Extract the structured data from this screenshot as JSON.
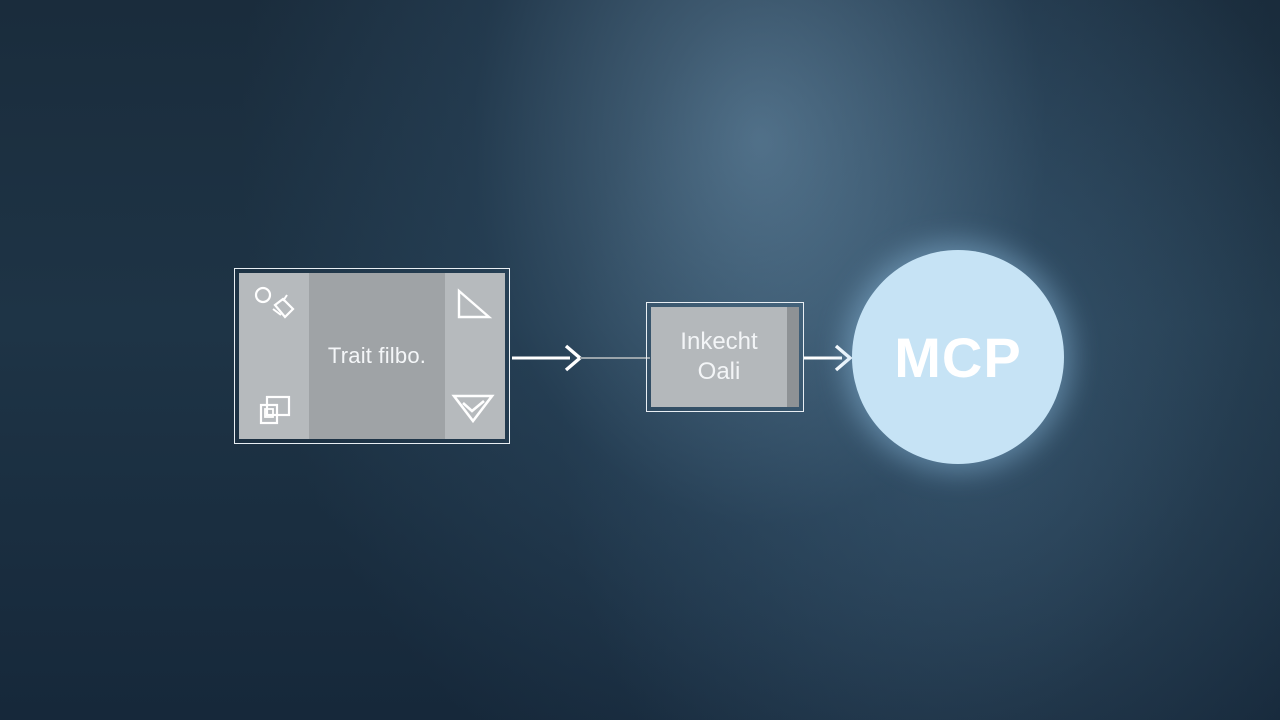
{
  "diagram": {
    "source_box": {
      "label": "Trait filbo.",
      "icons": [
        "circle-diamond-icon",
        "window-overlap-icon",
        "right-triangle-icon",
        "check-triangle-icon"
      ]
    },
    "middle_box": {
      "line1": "Inkecht",
      "line2": "Oali"
    },
    "target": {
      "label": "MCP"
    }
  },
  "colors": {
    "panel_light": "#b6babd",
    "panel_mid": "#9fa3a6",
    "circle": "#c6e3f5",
    "stroke": "#ffffff"
  }
}
